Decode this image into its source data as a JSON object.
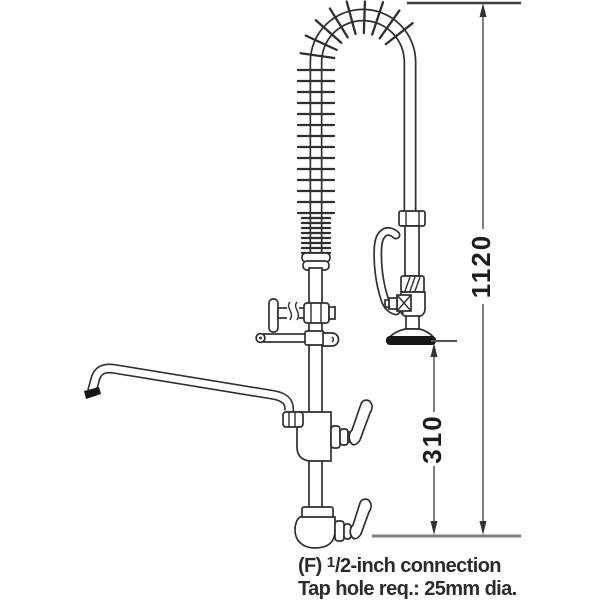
{
  "diagram": {
    "type": "technical-line-drawing",
    "subject": "pre-rinse spray tap with add-on swing spout",
    "dimensions": {
      "overall_height_label": "1120",
      "spray_clearance_label": "310"
    },
    "caption": {
      "line1_prefix": "(F) ",
      "line1_sup": "1",
      "line1_rest": "/2-inch connection",
      "line2": "Tap hole req.: 25mm dia."
    },
    "colors": {
      "background": "#ffffff",
      "line_art": "#2f2f2f",
      "dimension_lines": "#4a4a4a",
      "surface_line": "#7e7e7e",
      "label_text": "#1d1d1d",
      "nozzle_fill": "#161616"
    },
    "parts": [
      "spring-hose",
      "riser-pipe",
      "wall-bracket",
      "hose-hook",
      "spray-valve",
      "swing-spout",
      "faucet-body",
      "base-valve"
    ]
  }
}
